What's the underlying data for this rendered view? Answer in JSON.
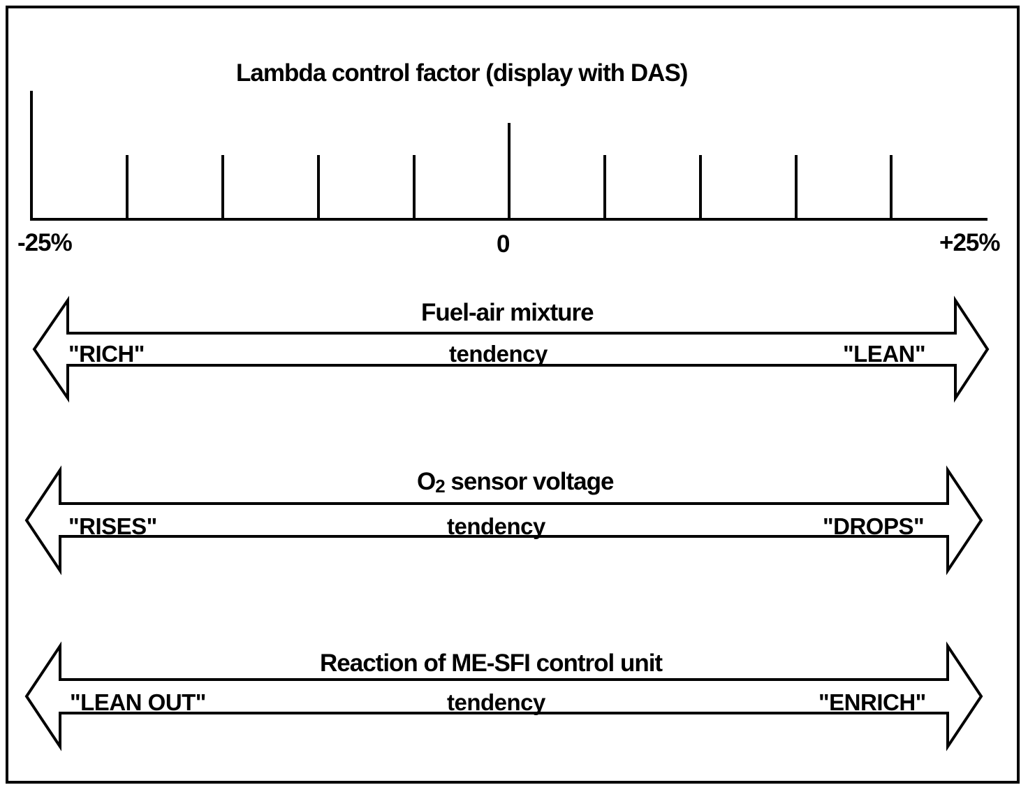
{
  "scale": {
    "title": "Lambda control factor (display with DAS)",
    "min_label": "-25%",
    "zero_label": "0",
    "max_label": "+25%"
  },
  "arrows": [
    {
      "title": "Fuel-air mixture",
      "left_label": "\"RICH\"",
      "center_label": "tendency",
      "right_label": "\"LEAN\""
    },
    {
      "title_prefix": "O",
      "title_sub": "2",
      "title_rest": " sensor voltage",
      "left_label": "\"RISES\"",
      "center_label": "tendency",
      "right_label": "\"DROPS\""
    },
    {
      "title": "Reaction of ME-SFI control unit",
      "left_label": "\"LEAN OUT\"",
      "center_label": "tendency",
      "right_label": "\"ENRICH\""
    }
  ],
  "colors": {
    "line": "#000000",
    "background": "#ffffff"
  }
}
